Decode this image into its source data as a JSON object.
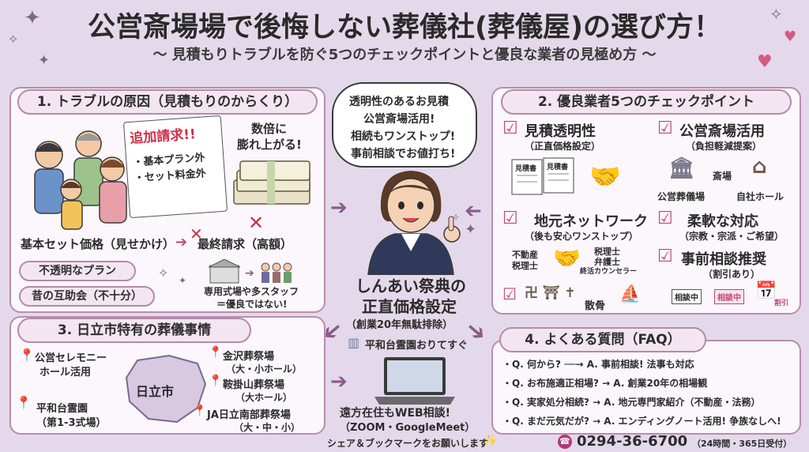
{
  "header": {
    "title": "公営斎場場で後悔しない葬儀社(葬儀屋)の選び方！",
    "subtitle": "～ 見積もりトラブルを防ぐ5つのチェックポイントと優良な業者の見極め方 ～"
  },
  "section1": {
    "heading": "1. トラブルの原因（見積もりのからくり）",
    "extra_title": "追加請求!!",
    "extra_items": [
      "・基本プラン外",
      "・セット料金外"
    ],
    "bubble": [
      "数倍に",
      "膨れ上がる!"
    ],
    "base_price": "基本セット価格（見せかけ）",
    "final_price": "最終請求（高額）",
    "pill1": "不透明なプラン",
    "pill2": "昔の互助会（不十分）",
    "note": [
      "専用式場や多スタッフ",
      "＝優良ではない!"
    ]
  },
  "center": {
    "bubble": [
      "透明性のあるお見積",
      "公営斎場活用!",
      "相続もワンストップ!",
      "事前相談でお値打ち!"
    ],
    "company": [
      "しんあい祭典の",
      "正直価格設定"
    ],
    "years": "（創業20年無駄排除）",
    "location": "平和台霊園おりてすぐ"
  },
  "section2": {
    "heading": "2. 優良業者5つのチェックポイント",
    "items": [
      {
        "title": "見積透明性",
        "sub": "（正直価格設定）"
      },
      {
        "title": "公営斎場活用",
        "sub": "（負担軽減提案）"
      },
      {
        "title": "地元ネットワーク",
        "sub": "（後も安心ワンストップ）"
      },
      {
        "title": "柔軟な対応",
        "sub": "（宗教・宗派・ご希望）"
      },
      {
        "title": "事前相談推奨",
        "sub": "（割引あり）"
      }
    ],
    "doc1": "見積書",
    "doc2": "見積書",
    "hall_public": "公営葬儀場",
    "hall_public_sign": "斎場",
    "hall_own": "自社ホール",
    "pro1": [
      "不動産",
      "税理士"
    ],
    "pro2": [
      "税理士",
      "弁護士",
      "終活カウンセラー"
    ],
    "dispersal": "散骨",
    "consult_labels": [
      "相談中",
      "相談中",
      "割引"
    ]
  },
  "section3": {
    "heading": "3. 日立市特有の葬儀事情",
    "map_label": "日立市",
    "places": [
      {
        "name": "公営セレモニー",
        "sub": "ホール活用"
      },
      {
        "name": "平和台霊園",
        "sub": "（第1-3式場）"
      },
      {
        "name": "金沢葬祭場",
        "sub": "（大・小ホール）"
      },
      {
        "name": "鞍掛山葬祭場",
        "sub": "（大ホール）"
      },
      {
        "name": "JA日立南部葬祭場",
        "sub": "（大・中・小）"
      }
    ],
    "web": [
      "遠方在住もWEB相談!",
      "（ZOOM・GoogleMeet）"
    ]
  },
  "section4": {
    "heading": "4. よくある質問（FAQ）",
    "rows": [
      "・Q. 何から? ──→ A. 事前相談! 法事も対応",
      "・Q. お布施適正相場? → A. 創業20年の相場観",
      "・Q. 実家処分相続? → A. 地元専門家紹介（不動産・法務）",
      "・Q. まだ元気だが? → A. エンディングノート活用! 争族なしへ!"
    ]
  },
  "footer": {
    "share": "シェア＆ブックマークをお願いします",
    "phone": "0294-36-6700",
    "hours": "（24時間・365日受付）"
  },
  "colors": {
    "background": "#e4d9ea",
    "panel_border": "#b98cb0",
    "accent_pink": "#c0477a",
    "title_text": "#2a2a2a"
  },
  "icons": [
    "sparkle-icon",
    "heart-icon",
    "check-icon",
    "pin-icon",
    "laptop-icon",
    "handshake-icon",
    "money-icon",
    "phone-icon",
    "calendar-icon",
    "building-icon"
  ]
}
